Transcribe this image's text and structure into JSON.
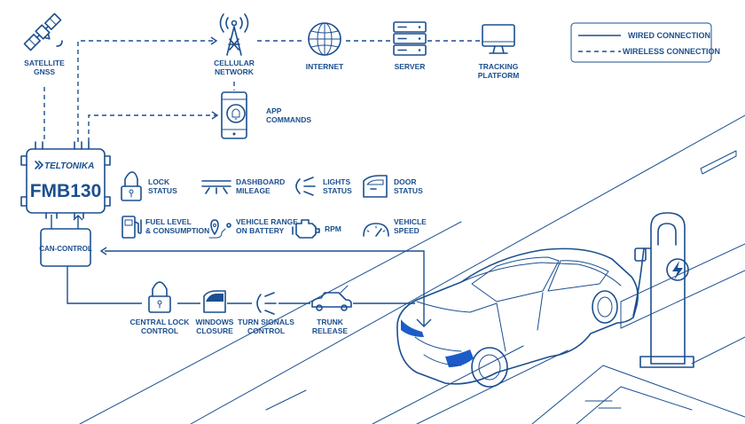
{
  "colors": {
    "primary": "#1b4f8f",
    "accent": "#1c5bc9",
    "background": "#ffffff"
  },
  "legend": {
    "wired": "WIRED CONNECTION",
    "wireless": "WIRELESS CONNECTION"
  },
  "nodes": {
    "satellite": [
      "SATELLITE",
      "GNSS"
    ],
    "cellular": [
      "CELLULAR",
      "NETWORK"
    ],
    "internet": [
      "INTERNET"
    ],
    "server": [
      "SERVER"
    ],
    "tracking": [
      "TRACKING",
      "PLATFORM"
    ],
    "app": [
      "APP",
      "COMMANDS"
    ]
  },
  "device": {
    "brand": "TELTONIKA",
    "model": "FMB130"
  },
  "can_control": "CAN-CONTROL",
  "features_row1": [
    {
      "icon": "lock-icon",
      "label": [
        "LOCK",
        "STATUS"
      ]
    },
    {
      "icon": "dashboard-mileage-icon",
      "label": [
        "DASHBOARD",
        "MILEAGE"
      ]
    },
    {
      "icon": "lights-icon",
      "label": [
        "LIGHTS",
        "STATUS"
      ]
    },
    {
      "icon": "door-icon",
      "label": [
        "DOOR",
        "STATUS"
      ]
    }
  ],
  "features_row2": [
    {
      "icon": "fuel-pump-icon",
      "label": [
        "FUEL LEVEL",
        "& CONSUMPTION"
      ]
    },
    {
      "icon": "route-icon",
      "label": [
        "VEHICLE RANGE",
        "ON BATTERY"
      ]
    },
    {
      "icon": "engine-icon",
      "label": [
        "RPM"
      ]
    },
    {
      "icon": "speedometer-icon",
      "label": [
        "VEHICLE",
        "SPEED"
      ]
    }
  ],
  "controls": [
    {
      "icon": "central-lock-icon",
      "label": [
        "CENTRAL LOCK",
        "CONTROL"
      ]
    },
    {
      "icon": "window-icon",
      "label": [
        "WINDOWS",
        "CLOSURE"
      ]
    },
    {
      "icon": "turn-signal-icon",
      "label": [
        "TURN SIGNALS",
        "CONTROL"
      ]
    },
    {
      "icon": "trunk-icon",
      "label": [
        "TRUNK",
        "RELEASE"
      ]
    }
  ]
}
